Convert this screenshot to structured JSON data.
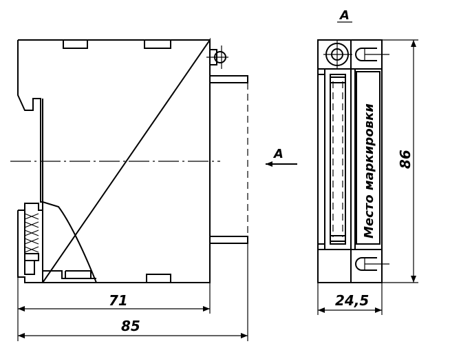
{
  "labels": {
    "view_title": "A",
    "view_arrow": "A",
    "marking_area": "Место маркировки"
  },
  "dimensions": {
    "depth_71": "71",
    "depth_85": "85",
    "width_24_5": "24,5",
    "height_86": "86"
  }
}
